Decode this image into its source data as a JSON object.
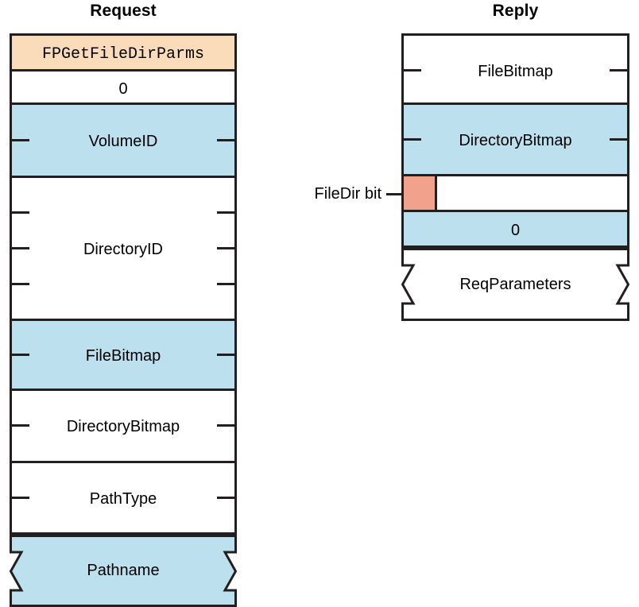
{
  "diagram": {
    "title_request": "Request",
    "title_reply": "Reply",
    "colors": {
      "command_fill": "#fadcbb",
      "highlight_fill": "#bde0ef",
      "plain_fill": "#ffffff",
      "bit_fill": "#f2a18c",
      "stroke": "#231f20"
    }
  },
  "request": {
    "title": "Request",
    "fields": [
      {
        "label": "FPGetFileDirParms",
        "fill": "command",
        "font": "mono",
        "ticks": 0
      },
      {
        "label": "0",
        "fill": "plain",
        "font": "sans",
        "ticks": 0
      },
      {
        "label": "VolumeID",
        "fill": "blue",
        "font": "sans",
        "ticks": 1
      },
      {
        "label": "DirectoryID",
        "fill": "plain",
        "font": "sans",
        "ticks": 3
      },
      {
        "label": "FileBitmap",
        "fill": "blue",
        "font": "sans",
        "ticks": 1
      },
      {
        "label": "DirectoryBitmap",
        "fill": "plain",
        "font": "sans",
        "ticks": 1
      },
      {
        "label": "PathType",
        "fill": "plain",
        "font": "sans",
        "ticks": 1
      },
      {
        "label": "Pathname",
        "fill": "blue",
        "font": "sans",
        "ticks": 0,
        "variable_length": true
      }
    ]
  },
  "reply": {
    "title": "Reply",
    "fields": [
      {
        "label": "FileBitmap",
        "fill": "plain",
        "font": "sans",
        "ticks": 1
      },
      {
        "label": "DirectoryBitmap",
        "fill": "blue",
        "font": "sans",
        "ticks": 1
      },
      {
        "label": "",
        "fill": "plain",
        "font": "sans",
        "ticks": 0,
        "bit_cell": true
      },
      {
        "label": "0",
        "fill": "blue",
        "font": "sans",
        "ticks": 0
      },
      {
        "label": "ReqParameters",
        "fill": "plain",
        "font": "sans",
        "ticks": 0,
        "variable_length": true
      }
    ]
  },
  "annotations": [
    {
      "label": "FileDir bit",
      "target": "reply-filedir-bit"
    }
  ]
}
